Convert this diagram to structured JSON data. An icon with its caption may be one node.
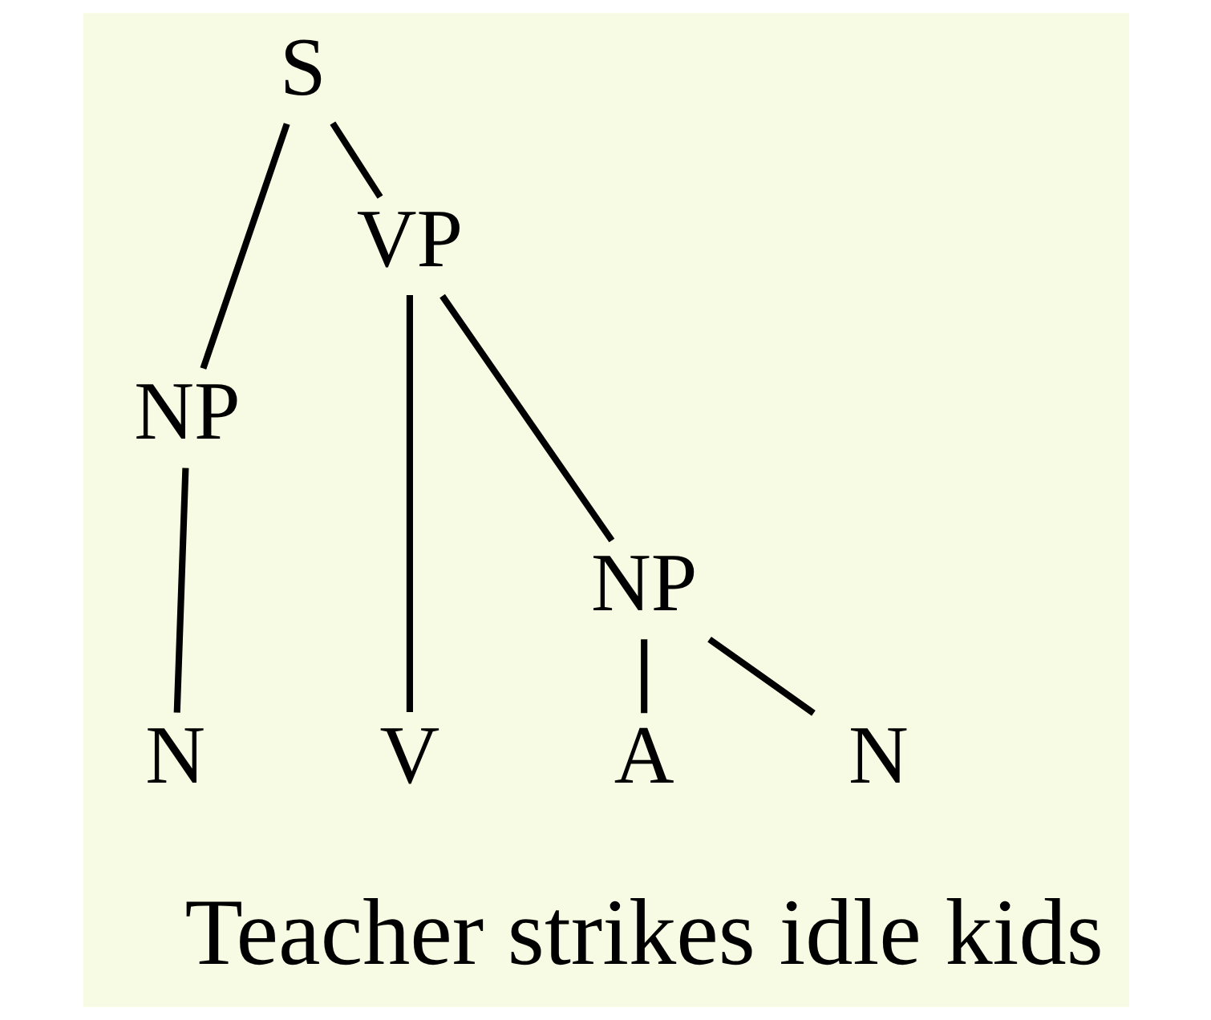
{
  "diagram": {
    "nodes": [
      {
        "text": [
          "S"
        ]
      },
      {
        "text": [
          "VP"
        ]
      },
      {
        "text": [
          "NP"
        ]
      },
      {
        "text": [
          "NP"
        ]
      },
      {
        "text": [
          "N"
        ]
      },
      {
        "text": [
          "V"
        ]
      },
      {
        "text": [
          "A"
        ]
      },
      {
        "text": [
          "N"
        ]
      }
    ],
    "edges": [
      {
        "from": 0,
        "to": 2,
        "arrow": "none"
      },
      {
        "from": 0,
        "to": 1,
        "arrow": "none"
      },
      {
        "from": 2,
        "to": 4,
        "arrow": "none"
      },
      {
        "from": 1,
        "to": 5,
        "arrow": "none"
      },
      {
        "from": 1,
        "to": 3,
        "arrow": "none"
      },
      {
        "from": 3,
        "to": 6,
        "arrow": "none"
      },
      {
        "from": 3,
        "to": 7,
        "arrow": "none"
      }
    ],
    "labels": [
      "Teacher strikes idle kids"
    ]
  }
}
